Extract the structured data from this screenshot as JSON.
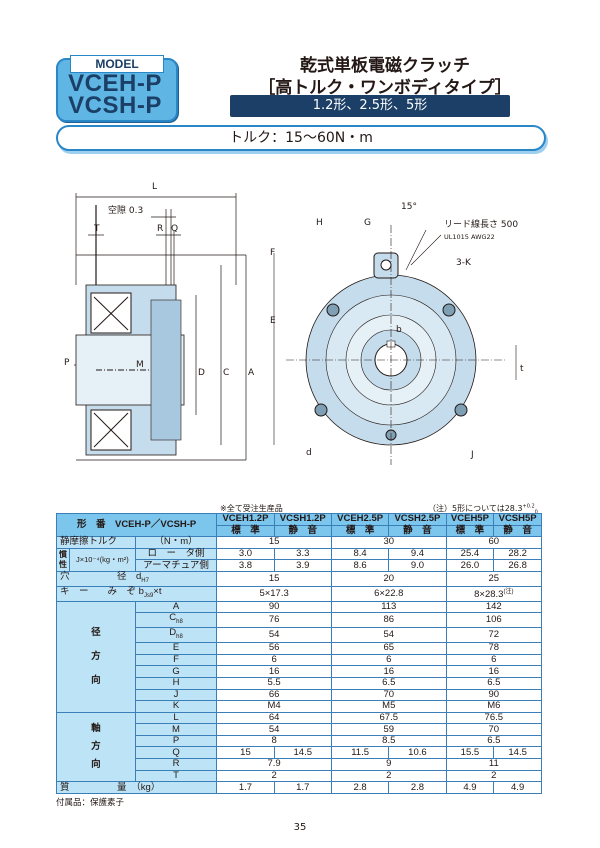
{
  "header": {
    "model_label": "MODEL",
    "models": [
      "VCEH-P",
      "VCSH-P"
    ],
    "title_line1": "乾式単板電磁クラッチ",
    "title_line2": "［高トルク・ワンボディタイプ］",
    "size_band": "1.2形、2.5形、5形",
    "torque": "トルク：15～60N・m"
  },
  "drawing_labels": {
    "side": [
      "L",
      "空隙 0.3",
      "T",
      "R",
      "Q",
      "P",
      "M",
      "D",
      "C",
      "A"
    ],
    "front": [
      "H",
      "G",
      "15°",
      "リード線長さ 500",
      "UL1015 AWG22",
      "F",
      "3-K",
      "E",
      "b",
      "t",
      "d",
      "J"
    ]
  },
  "notes": {
    "all_made_to_order": "※全て受注生産品",
    "size5_note": "（注）5形については28.3",
    "size5_tol_upper": "+0.2",
    "size5_tol_lower": "0"
  },
  "table": {
    "model_header": "形　番　VCEH-P／VCSH-P",
    "models": [
      "VCEH1.2P",
      "VCSH1.2P",
      "VCEH2.5P",
      "VCSH2.5P",
      "VCEH5P",
      "VCSH5P"
    ],
    "types": [
      "標　準",
      "静　音",
      "標　準",
      "静　音",
      "標　準",
      "静　音"
    ],
    "static_torque": {
      "label": "静摩擦トルク",
      "unit": "（N・m）",
      "values": [
        "15",
        "30",
        "60"
      ]
    },
    "inertia": {
      "group": "慣性",
      "label": "J×10⁻⁴(kg・m²)",
      "rotor_label": "ロ　ー　タ側",
      "rotor": [
        "3.0",
        "3.3",
        "8.4",
        "9.4",
        "25.4",
        "28.2"
      ],
      "armature_label": "アーマチュア側",
      "armature": [
        "3.8",
        "3.9",
        "8.6",
        "9.0",
        "26.0",
        "26.8"
      ]
    },
    "bore": {
      "label": "穴　　　　　径　d",
      "sub": "H7",
      "values": [
        "15",
        "20",
        "25"
      ]
    },
    "key": {
      "label": "キ　ー　　み　ぞ b",
      "sub": "Js9",
      "suffix": "×t",
      "values": [
        "5×17.3",
        "6×22.8",
        "8×28.3"
      ],
      "note_mark": "(注)"
    },
    "radial_group": [
      "径",
      "方",
      "向"
    ],
    "axial_group": [
      "軸",
      "方",
      "向"
    ],
    "radial_rows": [
      {
        "label": "A",
        "sub": "",
        "values": [
          "90",
          "113",
          "142"
        ]
      },
      {
        "label": "C",
        "sub": "h8",
        "values": [
          "76",
          "86",
          "106"
        ]
      },
      {
        "label": "D",
        "sub": "h8",
        "values": [
          "54",
          "54",
          "72"
        ]
      },
      {
        "label": "E",
        "sub": "",
        "values": [
          "56",
          "65",
          "78"
        ]
      },
      {
        "label": "F",
        "sub": "",
        "values": [
          "6",
          "6",
          "6"
        ]
      },
      {
        "label": "G",
        "sub": "",
        "values": [
          "16",
          "16",
          "16"
        ]
      },
      {
        "label": "H",
        "sub": "",
        "values": [
          "5.5",
          "6.5",
          "6.5"
        ]
      },
      {
        "label": "J",
        "sub": "",
        "values": [
          "66",
          "70",
          "90"
        ]
      },
      {
        "label": "K",
        "sub": "",
        "values": [
          "M4",
          "M5",
          "M6"
        ]
      }
    ],
    "axial_rows": [
      {
        "label": "L",
        "values": [
          "64",
          "67.5",
          "76.5"
        ]
      },
      {
        "label": "M",
        "values": [
          "54",
          "59",
          "70"
        ]
      },
      {
        "label": "P",
        "values": [
          "8",
          "8.5",
          "6.5"
        ]
      },
      {
        "label": "Q",
        "values6": [
          "15",
          "14.5",
          "11.5",
          "10.6",
          "15.5",
          "14.5"
        ]
      },
      {
        "label": "R",
        "values": [
          "7.9",
          "9",
          "11"
        ]
      },
      {
        "label": "T",
        "values": [
          "2",
          "2",
          "2"
        ]
      }
    ],
    "mass": {
      "label": "質　　　　　量　（kg）",
      "values": [
        "1.7",
        "1.7",
        "2.8",
        "2.8",
        "4.9",
        "4.9"
      ]
    }
  },
  "footnote": "付属品：保護素子",
  "page_number": "35"
}
